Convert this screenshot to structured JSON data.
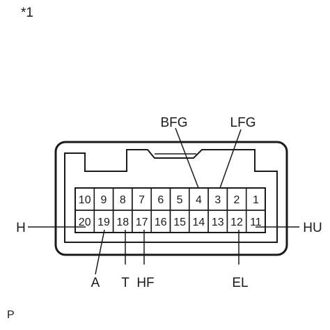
{
  "figure_ref": "*1",
  "page_marker": "P",
  "connector": {
    "top_row": [
      "10",
      "9",
      "8",
      "7",
      "6",
      "5",
      "4",
      "3",
      "2",
      "1"
    ],
    "bottom_row": [
      "20",
      "19",
      "18",
      "17",
      "16",
      "15",
      "14",
      "13",
      "12",
      "11"
    ]
  },
  "callouts": {
    "bfg": "BFG",
    "lfg": "LFG",
    "h": "H",
    "hu": "HU",
    "a": "A",
    "t": "T",
    "hf": "HF",
    "el": "EL"
  },
  "colors": {
    "line": "#1a1a1a",
    "background": "#ffffff"
  }
}
